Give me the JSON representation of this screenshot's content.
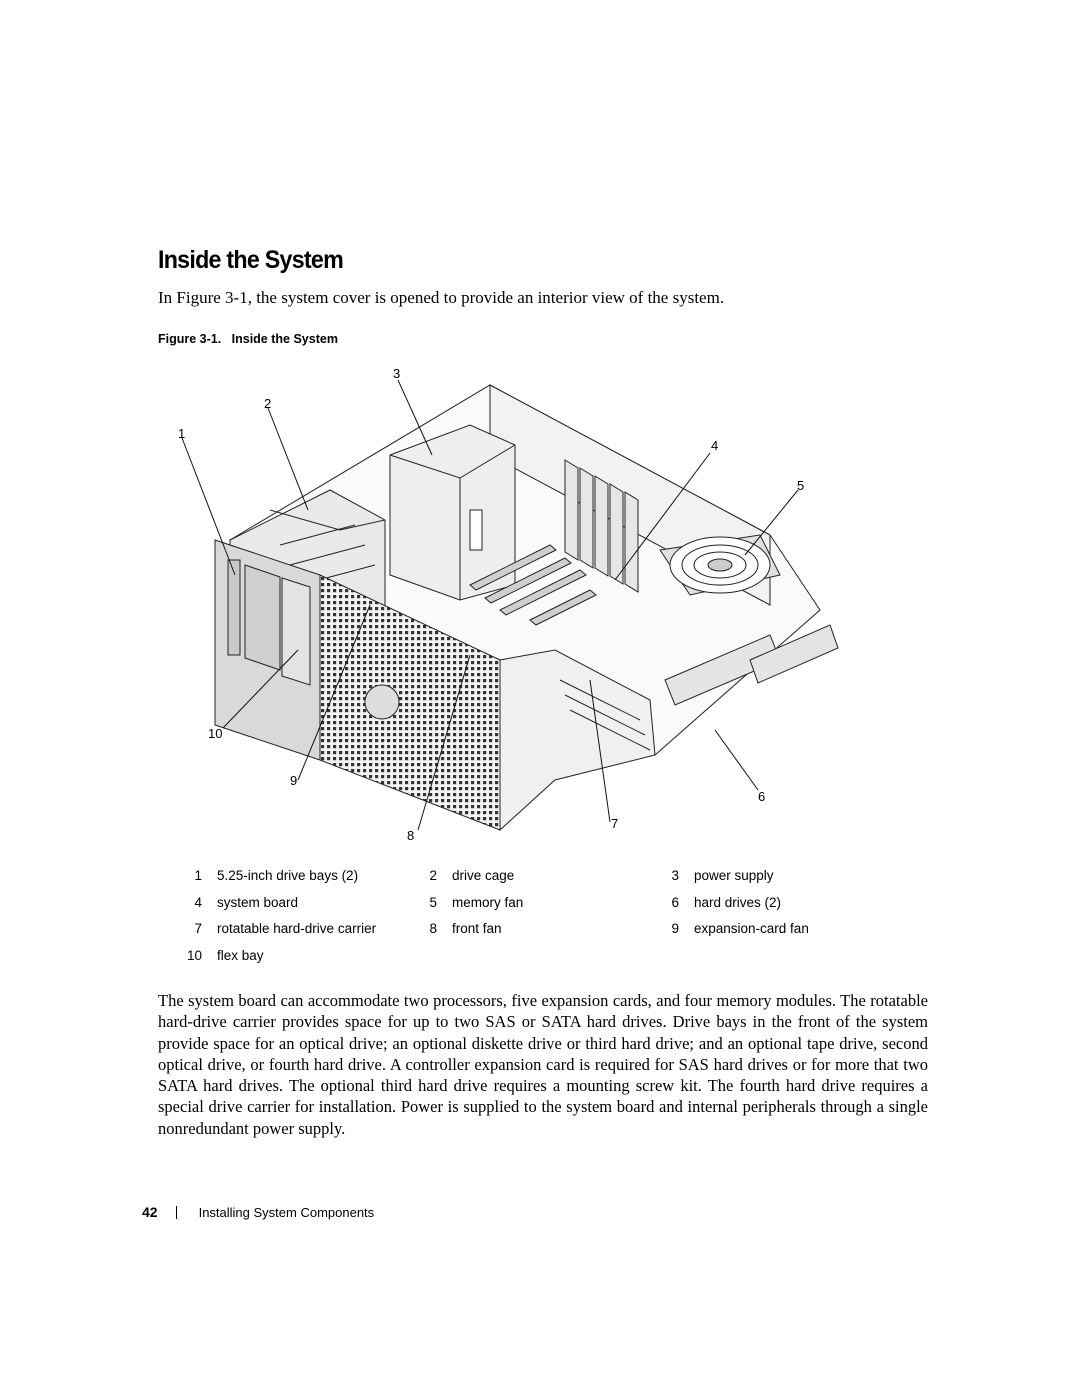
{
  "heading": "Inside the System",
  "intro": "In Figure 3-1, the system cover is opened to provide an interior view of the system.",
  "figure_caption": {
    "label": "Figure 3-1.",
    "title": "Inside the System"
  },
  "callouts": [
    "1",
    "2",
    "3",
    "4",
    "5",
    "6",
    "7",
    "8",
    "9",
    "10"
  ],
  "legend": [
    [
      {
        "num": "1",
        "label": "5.25-inch drive bays (2)"
      },
      {
        "num": "2",
        "label": "drive cage"
      },
      {
        "num": "3",
        "label": "power supply"
      }
    ],
    [
      {
        "num": "4",
        "label": "system board"
      },
      {
        "num": "5",
        "label": "memory fan"
      },
      {
        "num": "6",
        "label": "hard drives (2)"
      }
    ],
    [
      {
        "num": "7",
        "label": "rotatable hard-drive carrier"
      },
      {
        "num": "8",
        "label": "front fan"
      },
      {
        "num": "9",
        "label": "expansion-card fan"
      }
    ],
    [
      {
        "num": "10",
        "label": "flex bay"
      }
    ]
  ],
  "body": "The system board can accommodate two processors, five expansion cards, and four memory modules. The rotatable hard-drive carrier provides space for up to two SAS or SATA hard drives. Drive bays in the front of the system provide space for an optical drive; an optional diskette drive or third hard drive; and an optional tape drive, second optical drive, or fourth hard drive. A controller expansion card is required for SAS hard drives or for more that two SATA hard drives. The optional third hard drive requires a mounting screw kit. The fourth hard drive requires a special drive carrier for installation. Power is supplied to the system board and internal peripherals through a single nonredundant power supply.",
  "footer": {
    "page_number": "42",
    "section": "Installing System Components"
  }
}
